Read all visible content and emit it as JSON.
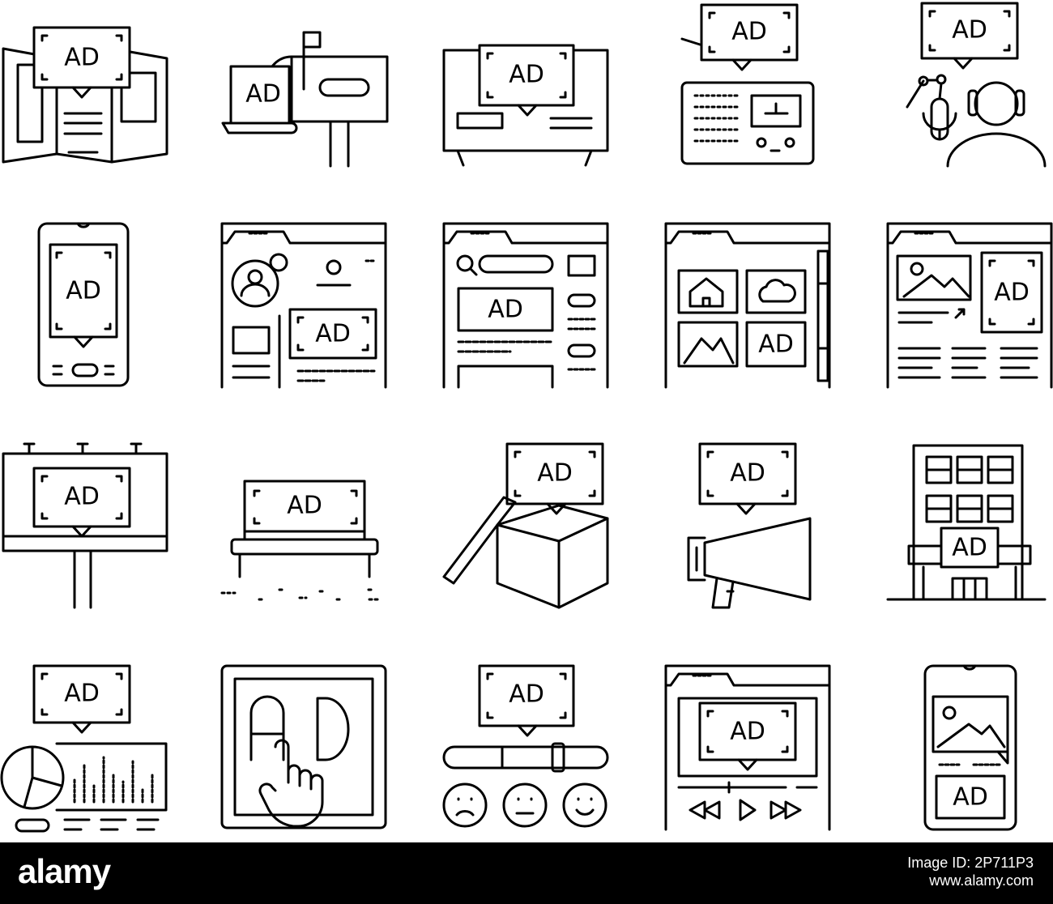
{
  "ad_label": "AD",
  "icons": [
    {
      "name": "newspaper-ad-icon"
    },
    {
      "name": "mailbox-ad-icon"
    },
    {
      "name": "tv-ad-icon"
    },
    {
      "name": "radio-ad-icon"
    },
    {
      "name": "podcast-ad-icon"
    },
    {
      "name": "smartphone-ad-icon"
    },
    {
      "name": "social-profile-ad-icon"
    },
    {
      "name": "search-results-ad-icon"
    },
    {
      "name": "gallery-ad-icon"
    },
    {
      "name": "blog-ad-icon"
    },
    {
      "name": "billboard-ad-icon"
    },
    {
      "name": "bench-ad-icon"
    },
    {
      "name": "box-ad-icon"
    },
    {
      "name": "megaphone-ad-icon"
    },
    {
      "name": "building-ad-icon"
    },
    {
      "name": "analytics-ad-icon"
    },
    {
      "name": "touch-ad-icon"
    },
    {
      "name": "feedback-ad-icon"
    },
    {
      "name": "video-ad-icon"
    },
    {
      "name": "mobile-gallery-ad-icon"
    }
  ],
  "footer": {
    "logo": "alamy",
    "image_id_label": "Image ID: 2P711P3",
    "site": "www.alamy.com"
  },
  "colors": {
    "stroke": "#000000",
    "background": "#ffffff",
    "footer": "#000000"
  }
}
